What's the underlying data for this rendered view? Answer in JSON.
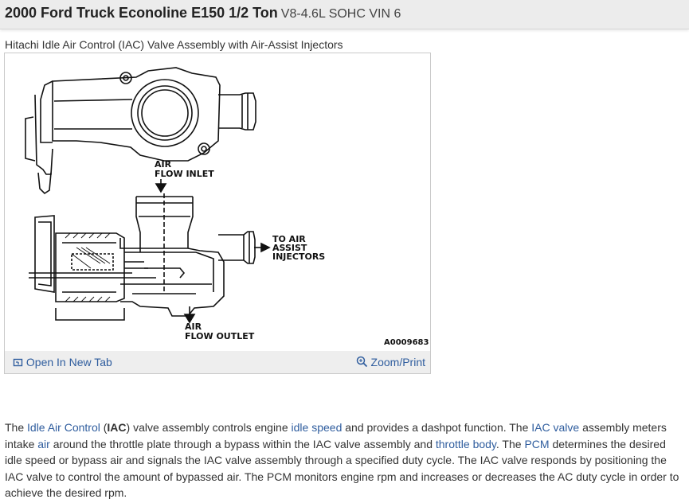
{
  "header": {
    "title": "2000 Ford Truck Econoline E150 1/2 Ton",
    "subtitle": "V8-4.6L SOHC VIN 6"
  },
  "figure": {
    "caption": "Hitachi Idle Air Control (IAC) Valve Assembly with Air-Assist Injectors",
    "labels": {
      "inlet_1": "AIR",
      "inlet_2": "FLOW INLET",
      "assist_1": "TO AIR",
      "assist_2": "ASSIST",
      "assist_3": "INJECTORS",
      "outlet_1": "AIR",
      "outlet_2": "FLOW OUTLET",
      "figure_id": "A0009683"
    },
    "open_new_tab": "Open In New Tab",
    "zoom_print": "Zoom/Print",
    "icons": {
      "open_tab": "open-in-new-tab-icon",
      "zoom": "magnifier-icon"
    }
  },
  "body": {
    "t1": "The ",
    "l1": "Idle Air Control",
    "t2": " (",
    "b1": "IAC",
    "t3": ") valve assembly controls engine ",
    "l2": "idle speed",
    "t4": " and provides a dashpot function. The ",
    "l3": "IAC valve",
    "t5": " assembly meters intake ",
    "l4": "air",
    "t6": " around the throttle plate through a bypass within the IAC valve assembly and ",
    "l5": "throttle body",
    "t7": ". The ",
    "l6": "PCM",
    "t8": " determines the desired idle speed or bypass air and signals the IAC valve assembly through a specified duty cycle. The IAC valve responds by positioning the IAC valve to control the amount of bypassed air. The PCM monitors engine rpm and increases or decreases the AC duty cycle in order to achieve the desired rpm."
  },
  "colors": {
    "link": "#2f5d9e",
    "header_bg": "#ececec",
    "footer_bg": "#eeeeee"
  }
}
